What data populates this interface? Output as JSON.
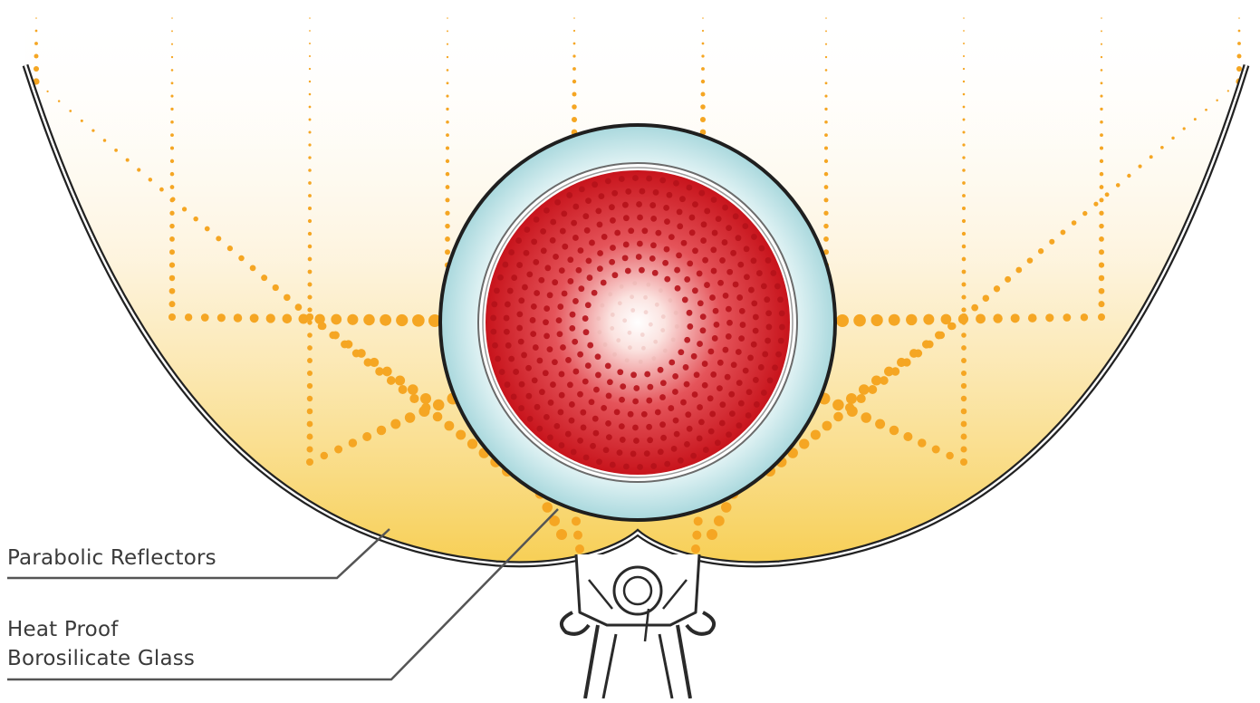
{
  "labels": {
    "reflectors": "Parabolic Reflectors",
    "glass_line1": "Heat Proof",
    "glass_line2": "Borosilicate Glass"
  },
  "colors": {
    "ray_dots": "#f5a623",
    "reflector_fill": "#f7c948",
    "glass_shell": "#bfe4e8",
    "absorber_core": "#d31f26",
    "outline": "#222222",
    "leader_lines": "#555555"
  },
  "icons": [
    "parabolic-reflector",
    "glass-tube",
    "absorber-tube",
    "support-bracket"
  ]
}
